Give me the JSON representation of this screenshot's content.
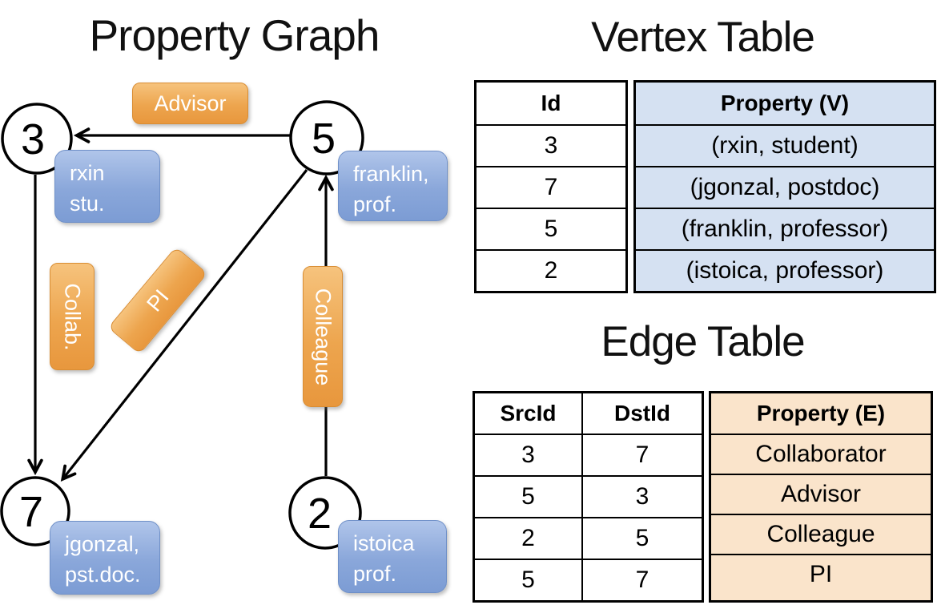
{
  "graph": {
    "title": "Property Graph",
    "node3": {
      "id": "3",
      "prop1": "rxin",
      "prop2": "stu."
    },
    "node5": {
      "id": "5",
      "prop1": "franklin,",
      "prop2": "prof."
    },
    "node7": {
      "id": "7",
      "prop1": "jgonzal,",
      "prop2": "pst.doc."
    },
    "node2": {
      "id": "2",
      "prop1": "istoica",
      "prop2": "prof."
    },
    "edges": {
      "advisor": "Advisor",
      "collab": "Collab.",
      "pi": "PI",
      "colleague": "Colleague"
    }
  },
  "vertex_table": {
    "title": "Vertex Table",
    "headers": {
      "id": "Id",
      "property": "Property (V)"
    },
    "rows": [
      {
        "id": "3",
        "property": "(rxin, student)"
      },
      {
        "id": "7",
        "property": "(jgonzal, postdoc)"
      },
      {
        "id": "5",
        "property": "(franklin, professor)"
      },
      {
        "id": "2",
        "property": "(istoica, professor)"
      }
    ]
  },
  "edge_table": {
    "title": "Edge Table",
    "headers": {
      "src": "SrcId",
      "dst": "DstId",
      "property": "Property (E)"
    },
    "rows": [
      {
        "src": "3",
        "dst": "7",
        "property": "Collaborator"
      },
      {
        "src": "5",
        "dst": "3",
        "property": "Advisor"
      },
      {
        "src": "2",
        "dst": "5",
        "property": "Colleague"
      },
      {
        "src": "5",
        "dst": "7",
        "property": "PI"
      }
    ]
  },
  "colors": {
    "edge_label_orange": "#e8973d",
    "vertex_prop_blue": "#7c9cd4",
    "vertex_table_fill": "#d5e1f2",
    "edge_table_fill": "#fae4cb",
    "line_black": "#000000"
  }
}
